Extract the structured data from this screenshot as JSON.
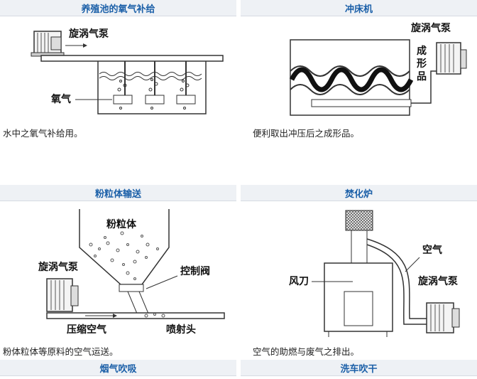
{
  "sections": [
    {
      "title": "养殖池的氧气补给",
      "caption": "水中之氧气补给用。"
    },
    {
      "title": "冲床机",
      "caption": "便利取出冲压后之成形品。"
    },
    {
      "title": "粉粒体输送",
      "caption": "粉体粒体等原料的空气运送。"
    },
    {
      "title": "焚化炉",
      "caption": "空气的助燃与废气之排出。"
    },
    {
      "title": "烟气吹吸"
    },
    {
      "title": "洗车吹干"
    }
  ],
  "diagrams": {
    "aquarium": {
      "blower": "旋涡气泵",
      "oxygen": "氧气"
    },
    "press": {
      "blower": "旋涡气泵",
      "product": [
        "成",
        "形",
        "品"
      ]
    },
    "powder": {
      "material": "粉粒体",
      "valve": "控制阀",
      "blower": "旋涡气泵",
      "compressed_air": "压缩空气",
      "nozzle": "喷射头"
    },
    "incinerator": {
      "air": "空气",
      "damper": "风刀",
      "blower": "旋涡气泵"
    }
  }
}
